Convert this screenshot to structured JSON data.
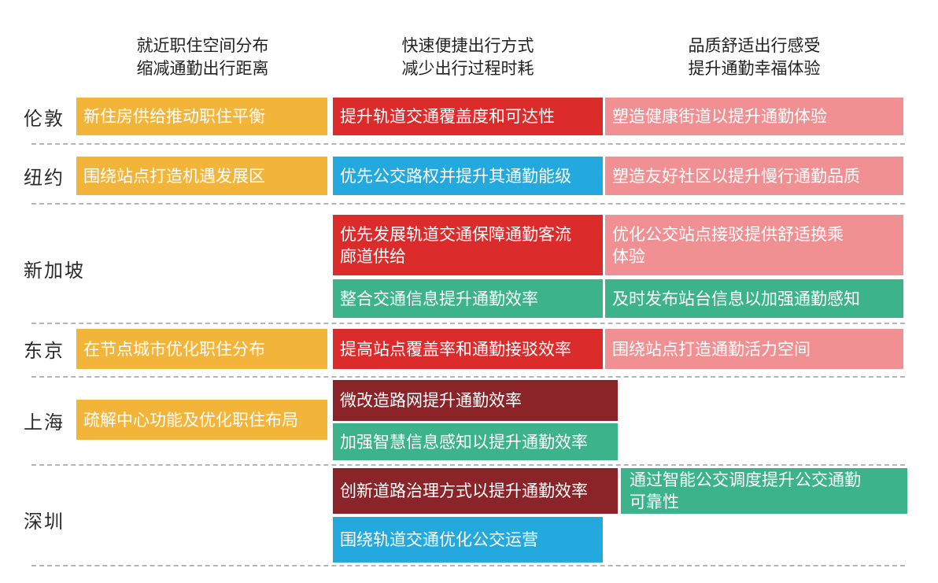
{
  "colors": {
    "orange": "#f3b43a",
    "red": "#dc2b2b",
    "pink": "#f09093",
    "blue": "#23a9dd",
    "green": "#3cb38a",
    "dark_red": "#8b2428",
    "divider": "#b5b5b5"
  },
  "headers": {
    "col1": [
      "就近职住空间分布",
      "缩减通勤出行距离"
    ],
    "col2": [
      "快速便捷出行方式",
      "减少出行过程时耗"
    ],
    "col3": [
      "品质舒适出行感受",
      "提升通勤幸福体验"
    ]
  },
  "cities": {
    "london": {
      "name": "伦敦",
      "c1": "新住房供给推动职住平衡",
      "c2": "提升轨道交通覆盖度和可达性",
      "c3": "塑造健康街道以提升通勤体验"
    },
    "newyork": {
      "name": "纽约",
      "c1": "围绕站点打造机遇发展区",
      "c2": "优先公交路权并提升其通勤能级",
      "c3": "塑造友好社区以提升慢行通勤品质"
    },
    "singapore": {
      "name": "新加坡",
      "c2a": [
        "优先发展轨道交通保障通勤客流",
        "廊道供给"
      ],
      "c3a": [
        "优化公交站点接驳提供舒适换乘",
        "体验"
      ],
      "c2b": "整合交通信息提升通勤效率",
      "c3b": "及时发布站台信息以加强通勤感知"
    },
    "tokyo": {
      "name": "东京",
      "c1": "在节点城市优化职住分布",
      "c2": "提高站点覆盖率和通勤接驳效率",
      "c3": "围绕站点打造通勤活力空间"
    },
    "shanghai": {
      "name": "上海",
      "c1": "疏解中心功能及优化职住布局",
      "c2a": "微改造路网提升通勤效率",
      "c2b": "加强智慧信息感知以提升通勤效率"
    },
    "shenzhen": {
      "name": "深圳",
      "c2a": "创新道路治理方式以提升通勤效率",
      "c3a": [
        "通过智能公交调度提升公交通勤",
        "可靠性"
      ],
      "c2b": "围绕轨道交通优化公交运营"
    }
  }
}
